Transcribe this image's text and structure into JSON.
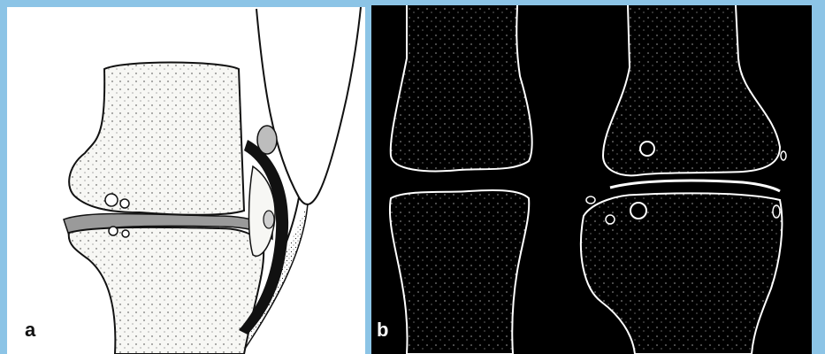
{
  "panels": [
    {
      "id": "a",
      "label": "a"
    },
    {
      "id": "b",
      "label": "b"
    }
  ],
  "colors": {
    "frame": "#8cc4e6",
    "panel_a_background": "#ffffff",
    "panel_b_background": "#000000",
    "bone_fill_a": "#f7f7f4",
    "stipple_a": "#333333",
    "cartilage": "#9a9a9a",
    "capsule": "#111111",
    "stipple_b": "#ffffff"
  }
}
